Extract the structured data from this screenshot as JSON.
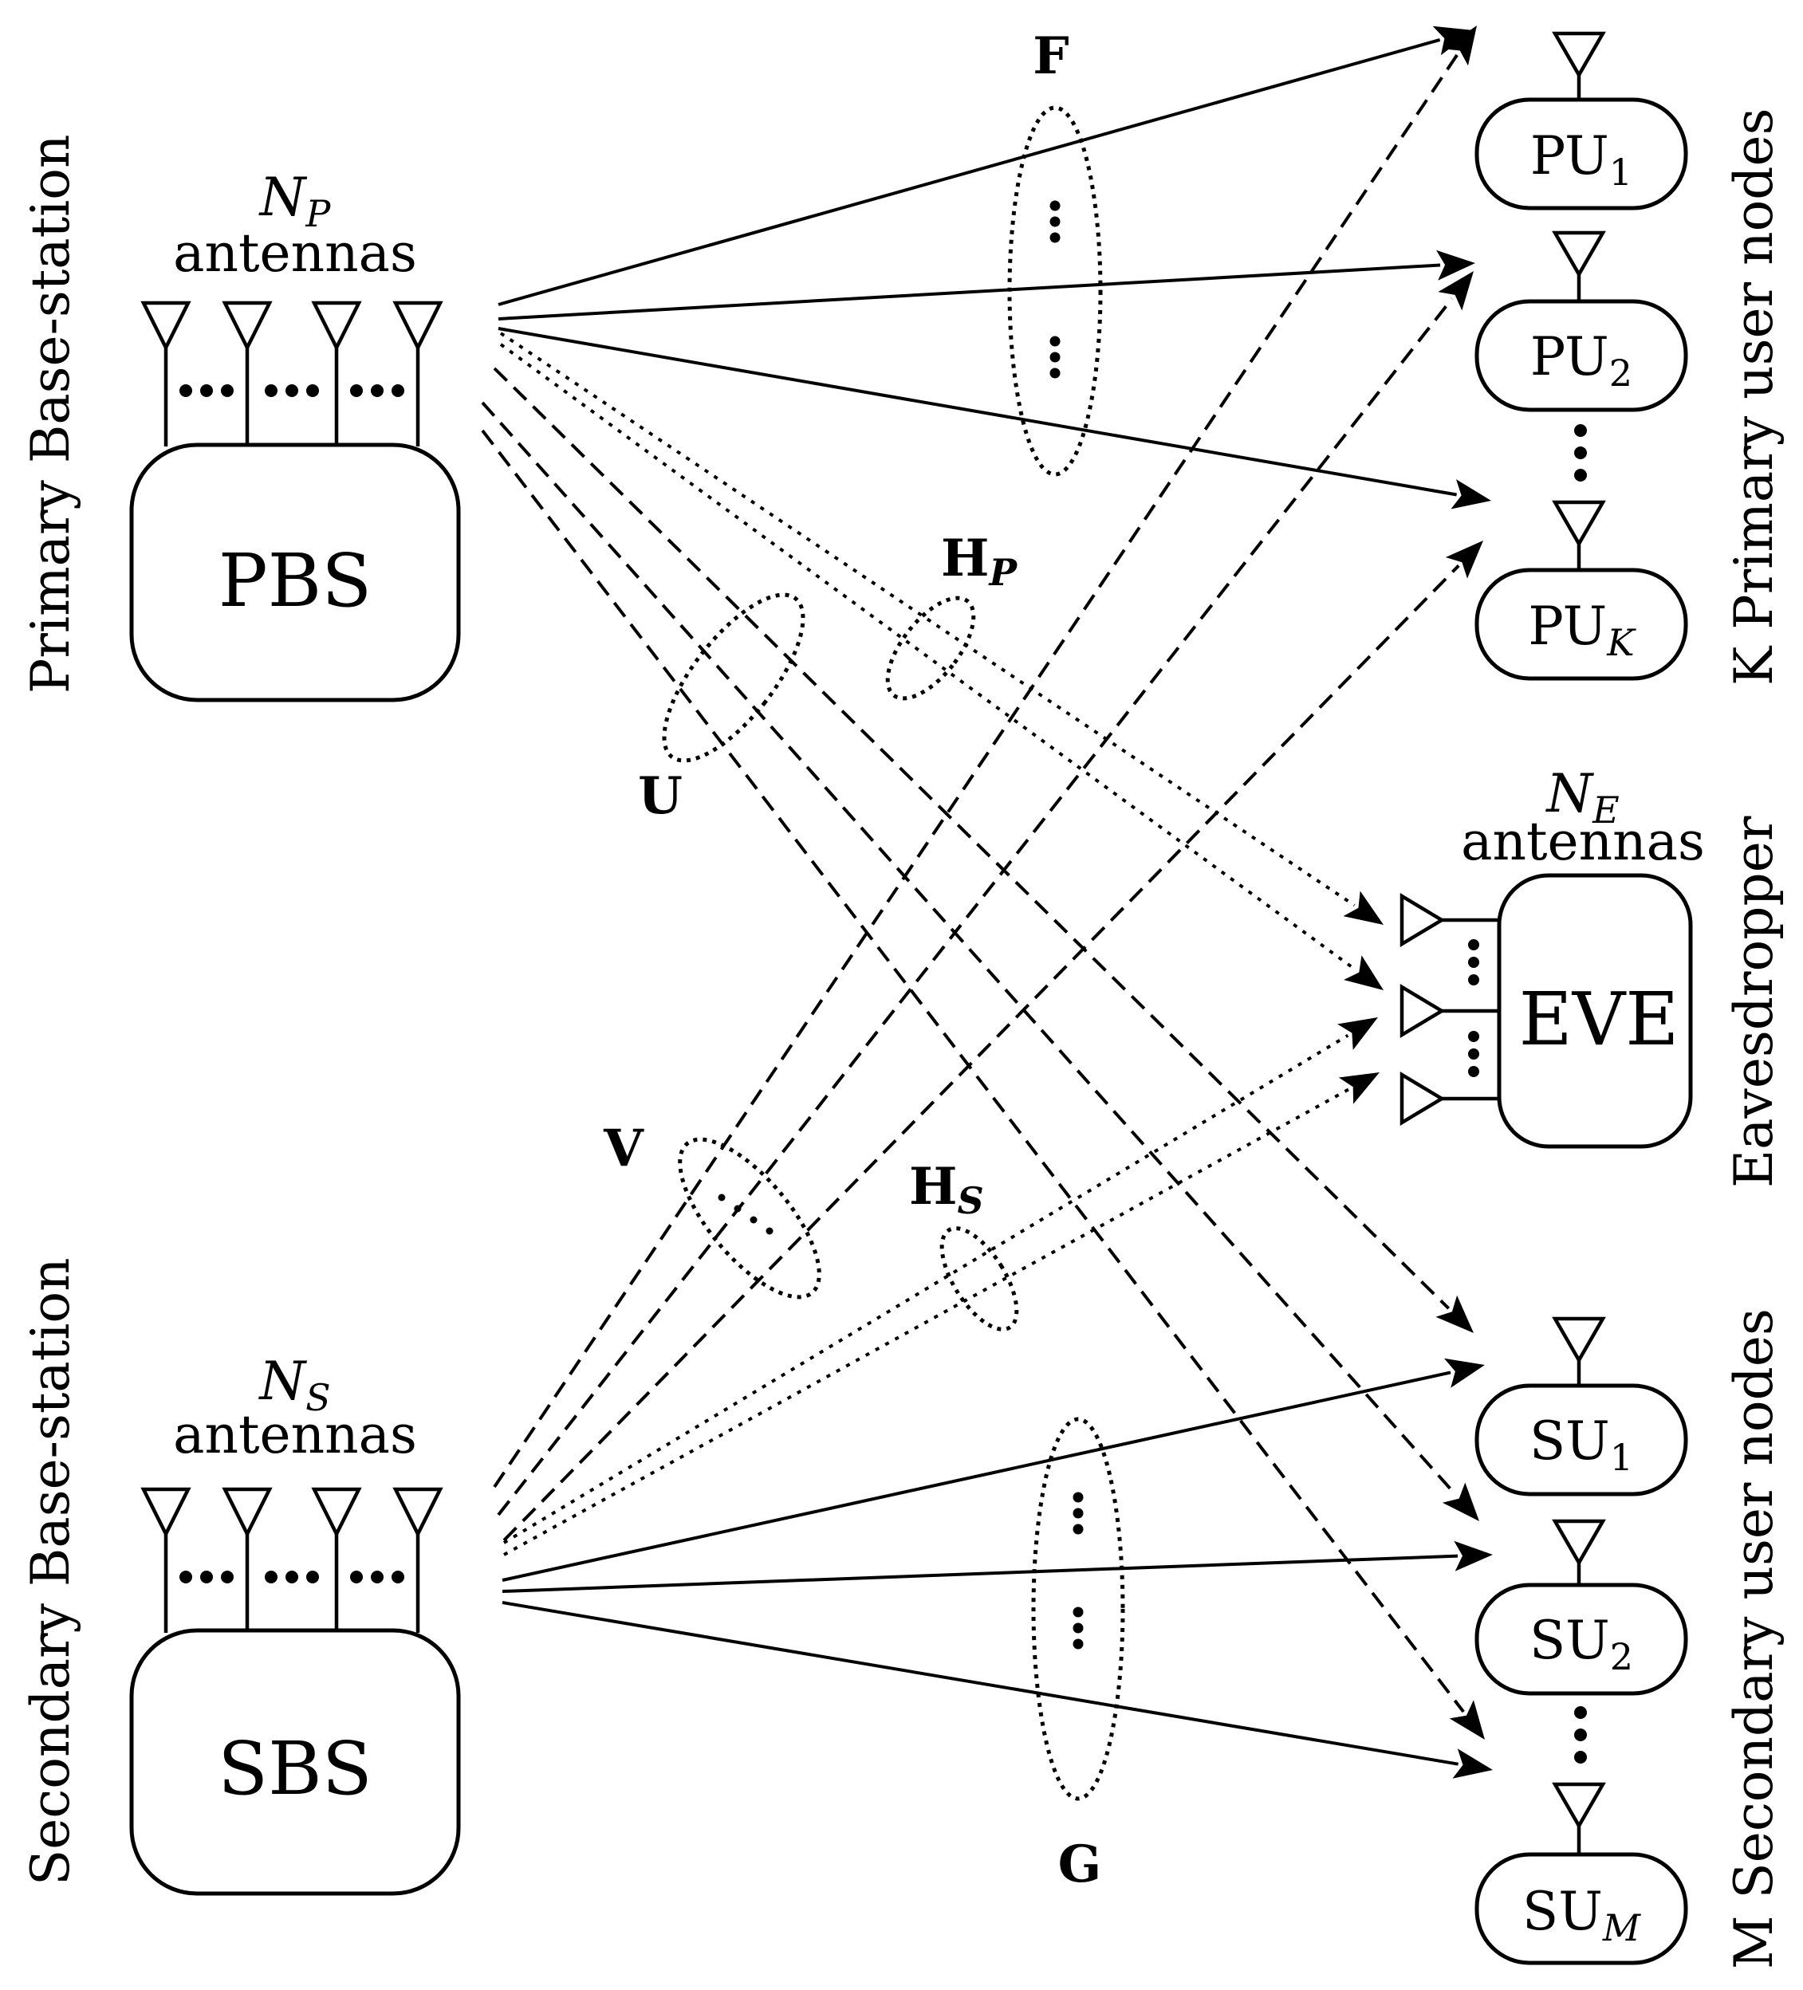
{
  "side_labels": {
    "primary": "Primary Base-station",
    "secondary": "Secondary Base-station",
    "primary_users": "K Primary user nodes",
    "eavesdropper": "Eavesdropper",
    "secondary_users": "M Secondary user nodes"
  },
  "pbs": {
    "label": "PBS",
    "antenna_sym": "N",
    "antenna_sub": "P",
    "antenna_word": "antennas"
  },
  "sbs": {
    "label": "SBS",
    "antenna_sym": "N",
    "antenna_sub": "S",
    "antenna_word": "antennas"
  },
  "eve": {
    "label": "EVE",
    "antenna_sym": "N",
    "antenna_sub": "E",
    "antenna_word": "antennas"
  },
  "primary_users": [
    {
      "base": "PU",
      "sub": "1"
    },
    {
      "base": "PU",
      "sub": "2"
    },
    {
      "base": "PU",
      "sub": "K"
    }
  ],
  "secondary_users": [
    {
      "base": "SU",
      "sub": "1"
    },
    {
      "base": "SU",
      "sub": "2"
    },
    {
      "base": "SU",
      "sub": "M"
    }
  ],
  "channels": {
    "F": "F",
    "G": "G",
    "U": "U",
    "V": "V",
    "HP_base": "H",
    "HP_sub": "P",
    "HS_base": "H",
    "HS_sub": "S"
  }
}
